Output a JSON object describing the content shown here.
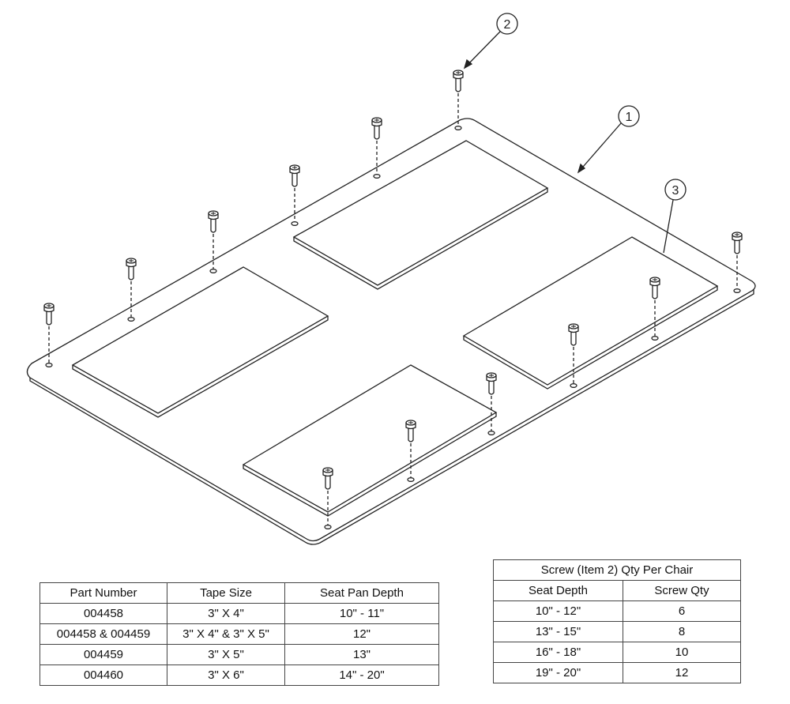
{
  "balloons": [
    "1",
    "2",
    "3"
  ],
  "parts_table": {
    "headers": [
      "Part Number",
      "Tape Size",
      "Seat Pan Depth"
    ],
    "rows": [
      [
        "004458",
        "3\" X 4\"",
        "10\" - 11\""
      ],
      [
        "004458 & 004459",
        "3\" X 4\" & 3\" X 5\"",
        "12\""
      ],
      [
        "004459",
        "3\" X 5\"",
        "13\""
      ],
      [
        "004460",
        "3\" X 6\"",
        "14\" - 20\""
      ]
    ]
  },
  "screw_table": {
    "title": "Screw (Item 2) Qty Per Chair",
    "headers": [
      "Seat Depth",
      "Screw Qty"
    ],
    "rows": [
      [
        "10\" - 12\"",
        "6"
      ],
      [
        "13\" - 15\"",
        "8"
      ],
      [
        "16\" - 18\"",
        "10"
      ],
      [
        "19\" - 20\"",
        "12"
      ]
    ]
  }
}
